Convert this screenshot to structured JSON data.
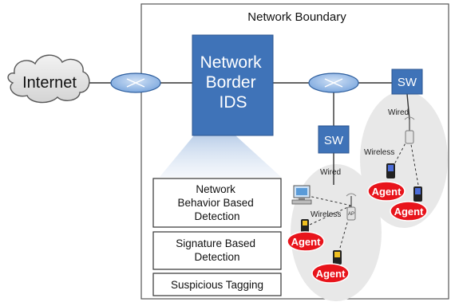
{
  "diagram": {
    "boundary_label": "Network Boundary",
    "internet_label": "Internet",
    "ids_label_lines": [
      "Network",
      "Border",
      "IDS"
    ],
    "detection_boxes": [
      {
        "lines": [
          "Network",
          "Behavior Based",
          "Detection"
        ]
      },
      {
        "lines": [
          "Signature Based",
          "Detection"
        ]
      },
      {
        "lines": [
          "Suspicious Tagging"
        ]
      }
    ],
    "switch_label": "SW",
    "wired_label": "Wired",
    "wireless_label": "Wireless",
    "ap_label": "AP",
    "agent_label": "Agent"
  },
  "colors": {
    "ids_box": "#3f73b8",
    "router": "#8db4e3",
    "agent_badge": "#e8141b",
    "cloud": "#e6e6e6",
    "cluster_bg": "#e8e8e8"
  }
}
